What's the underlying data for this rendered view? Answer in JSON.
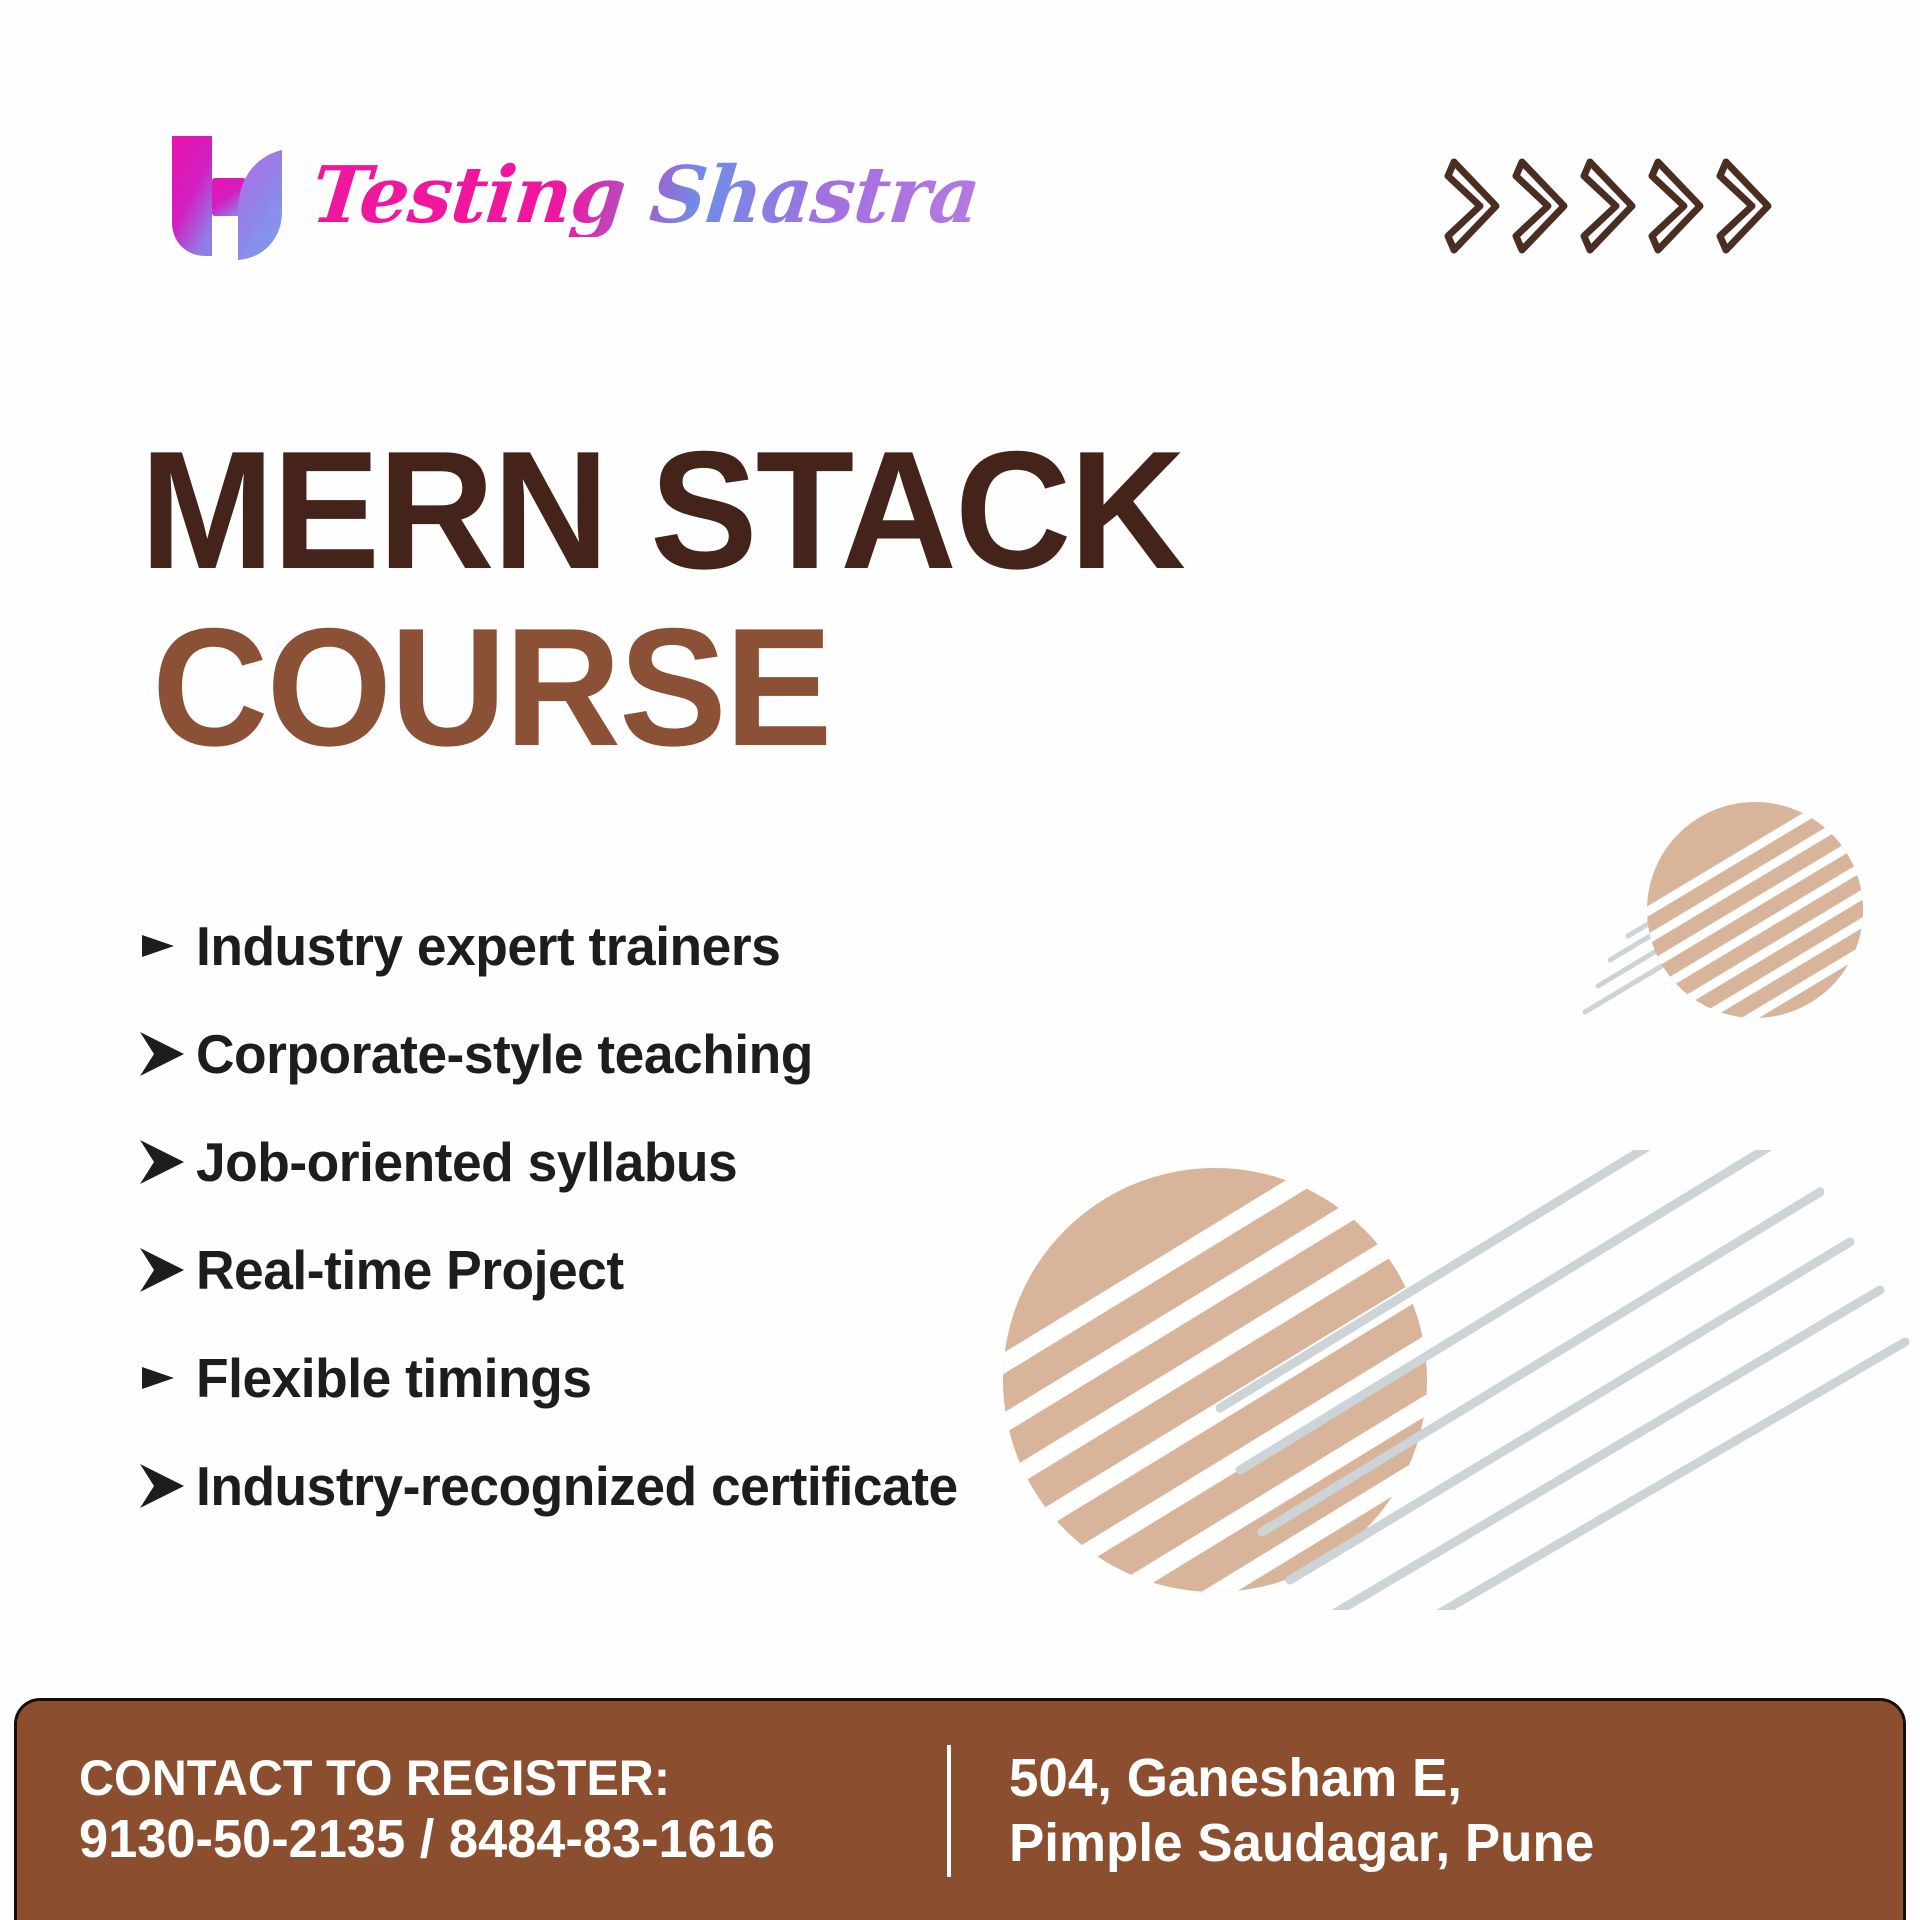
{
  "brand": {
    "logo_icon": "testing-shastra-logo-mark",
    "name": "Testing Shastra",
    "gradient_start": "#f0179f",
    "gradient_mid": "#6f8de8",
    "gradient_end": "#b57ae0"
  },
  "decor": {
    "chevron_icon": "double-chevron-right-icon",
    "chevron_count": 5,
    "chevron_color": "#4a2e22",
    "circle_fill": "#d8b49a",
    "stripe_color": "#ffffff",
    "trail_color": "#cdd4d8"
  },
  "headline": {
    "line1": "MERN STACK",
    "line2": "COURSE",
    "line1_color": "#43231a",
    "line2_color": "#8b5136"
  },
  "features": {
    "marker_color": "#1f1d1c",
    "items": [
      {
        "label": "Industry expert trainers",
        "marker": "small-triangle-right-icon"
      },
      {
        "label": "Corporate-style teaching",
        "marker": "arrowhead-right-icon"
      },
      {
        "label": "Job-oriented syllabus",
        "marker": "arrowhead-right-icon"
      },
      {
        "label": "Real-time Project",
        "marker": "arrowhead-right-icon"
      },
      {
        "label": "Flexible timings",
        "marker": "small-triangle-right-icon"
      },
      {
        "label": "Industry-recognized certificate",
        "marker": "arrowhead-right-icon"
      }
    ]
  },
  "contact": {
    "bar_color": "#8b4f2f",
    "text_color": "#ffffff",
    "heading": "CONTACT TO REGISTER:",
    "phones": "9130-50-2135 / 8484-83-1616",
    "address_line1": "504, Ganesham E,",
    "address_line2": "Pimple Saudagar, Pune"
  }
}
